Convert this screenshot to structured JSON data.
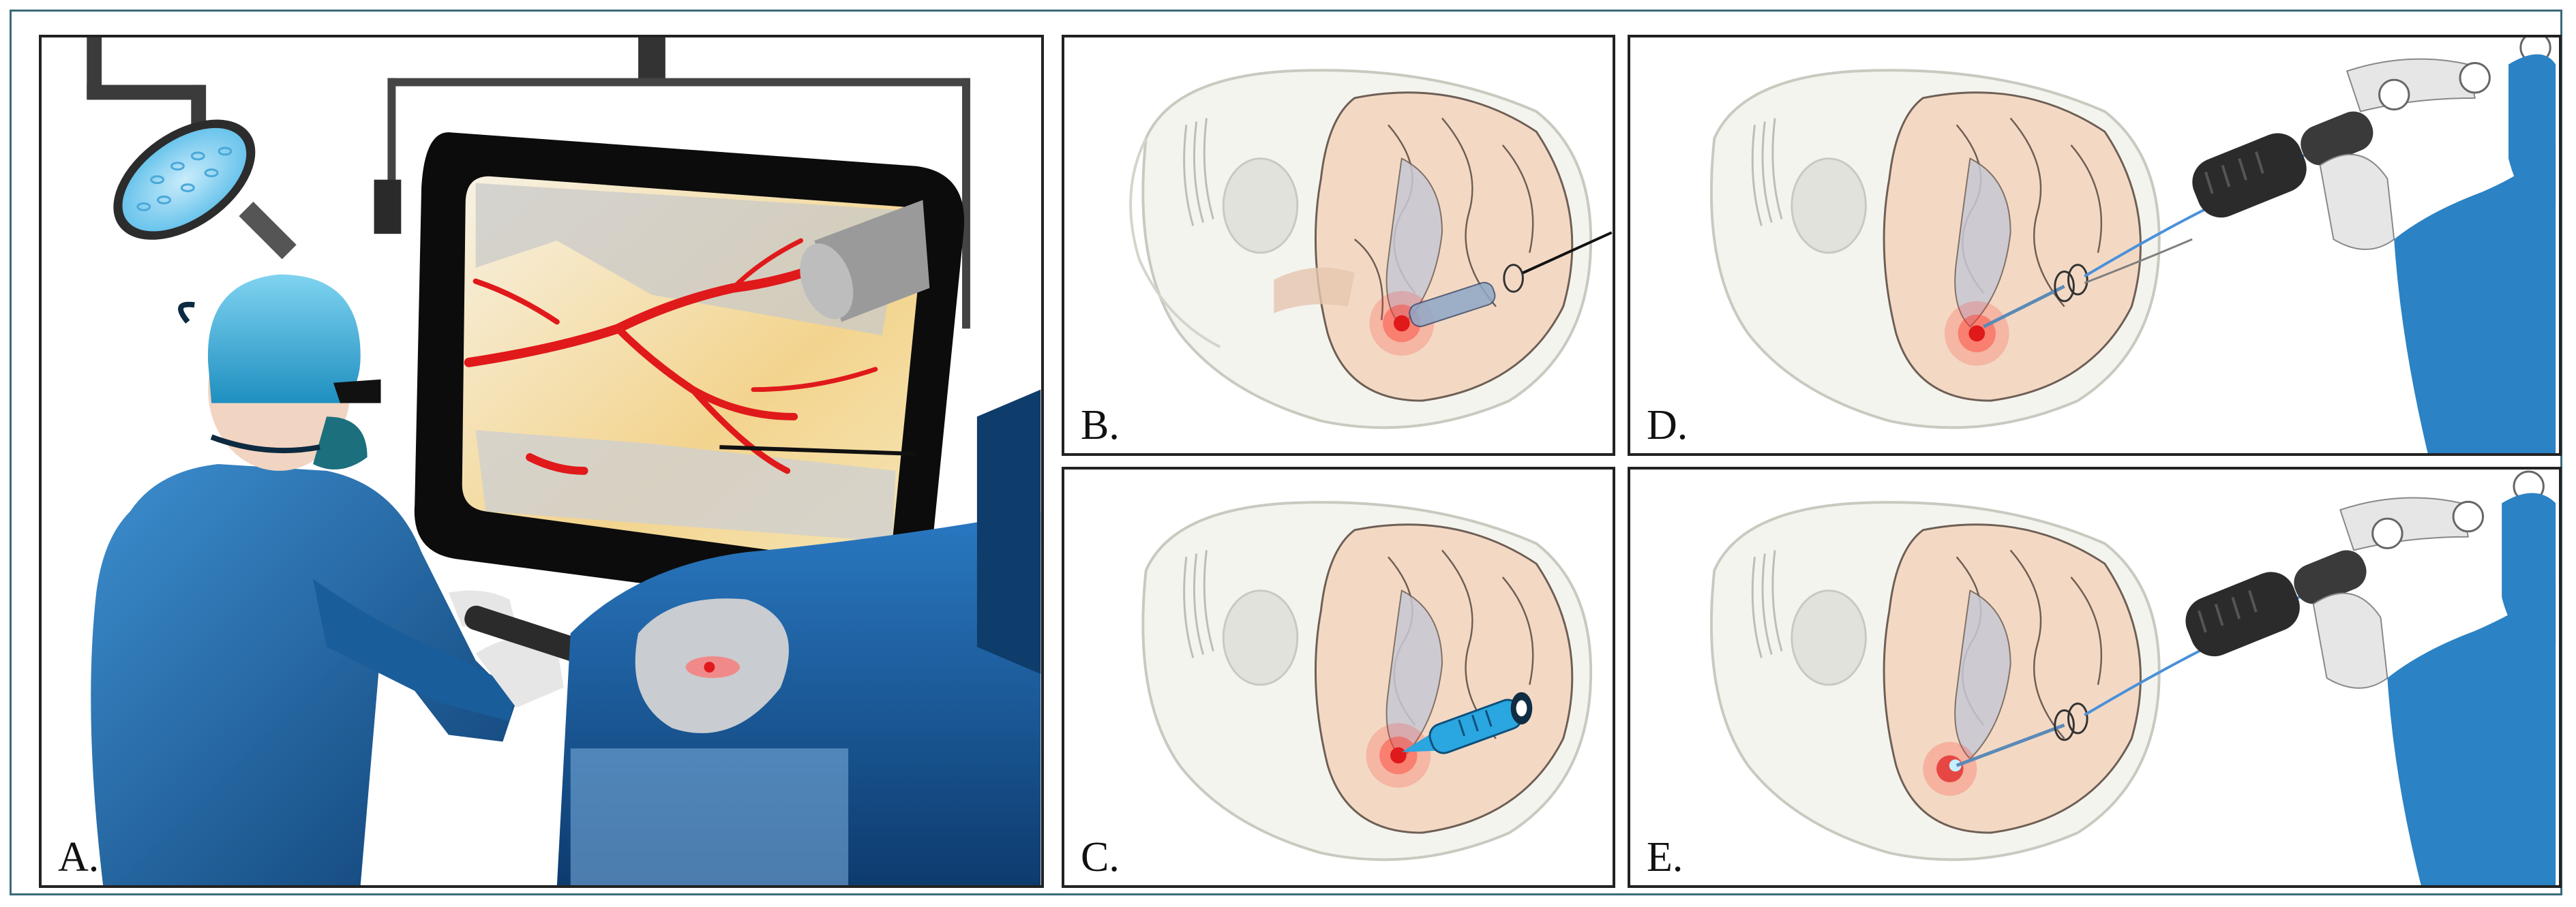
{
  "panels": {
    "a": {
      "label": "A."
    },
    "b": {
      "label": "B."
    },
    "c": {
      "label": "C."
    },
    "d": {
      "label": "D."
    },
    "e": {
      "label": "E."
    }
  },
  "colors": {
    "frame": "#3a6a78",
    "scrub_blue": "#1f6fae",
    "scrub_dark": "#0f3f73",
    "cap_blue": "#3fb3d8",
    "vessel_red": "#e0191b",
    "brain_tissue": "#f3d9c4",
    "tumor_glow": "#ff3b30",
    "monitor_frame": "#0c0c0c",
    "glove": "#e8e8e8",
    "probe_cyan": "#2aa6e0"
  },
  "icons": {
    "surgical_light": "surgical-light-icon",
    "surgeon": "surgeon-figure",
    "monitor": "monitor-display",
    "skull_section": "skull-brain-section",
    "tumor": "tumor-glow",
    "handpiece": "laser-handpiece",
    "probe": "probe-tip"
  }
}
